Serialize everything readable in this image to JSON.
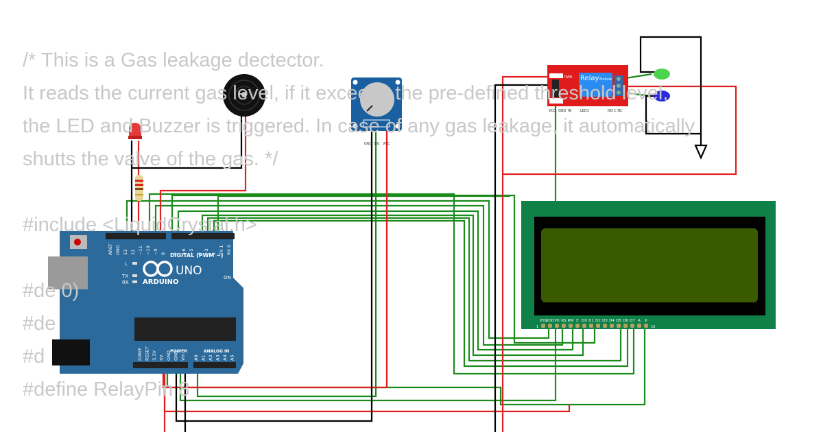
{
  "code_lines": [
    "/* This is a Gas leakage dectector.",
    "It reads the current gas level, if it exceeds the pre-defined threshold level,",
    "the LED and Buzzer is triggered. In case of any gas leakage, it automatically",
    "shutts the valve of the gas. */",
    "#include <LiquidCrystal.h>",
    "#de                    0)",
    "#de",
    "#d",
    "#define RelayPin 8"
  ],
  "arduino": {
    "logo": "ARDUINO",
    "model": "UNO",
    "digital_label": "DIGITAL (PWM ~)",
    "power_label": "POWER",
    "analog_label": "ANALOG IN",
    "on_label": "ON",
    "led_labels": [
      "L",
      "TX",
      "RX"
    ],
    "top_pins": [
      "AREF",
      "GND",
      "13",
      "12",
      "~11",
      "~10",
      "~9",
      "8",
      "7",
      "~6",
      "~5",
      "4",
      "~3",
      "2",
      "TX 1",
      "RX 0"
    ],
    "bottom_pins": [
      "IOREF",
      "RESET",
      "3.3V",
      "5V",
      "GND",
      "GND",
      "Vin",
      "A0",
      "A1",
      "A2",
      "A3",
      "A4",
      "A5"
    ]
  },
  "relay": {
    "title": "Relay",
    "subtitle": "Module",
    "pins": [
      "VCC",
      "GND",
      "IN"
    ],
    "leds": [
      "PWR",
      "LED1"
    ],
    "terminals": "NO C NC"
  },
  "potentiometer": {
    "pins": [
      "GND",
      "SIG",
      "VCC"
    ]
  },
  "lcd": {
    "pins": [
      "VSS",
      "VDD",
      "V0",
      "RS",
      "RW",
      "E",
      "D0",
      "D1",
      "D2",
      "D3",
      "D4",
      "D5",
      "D6",
      "D7",
      "A",
      "K"
    ],
    "first": "1",
    "last": "16"
  },
  "colors": {
    "wire_green": "#1a8a1a",
    "wire_red": "#e02020",
    "wire_black": "#000000",
    "arduino": "#2b6a9b",
    "lcd_board": "#0f8048",
    "lcd_screen": "#3a5a00",
    "relay": "#e01b1b"
  }
}
